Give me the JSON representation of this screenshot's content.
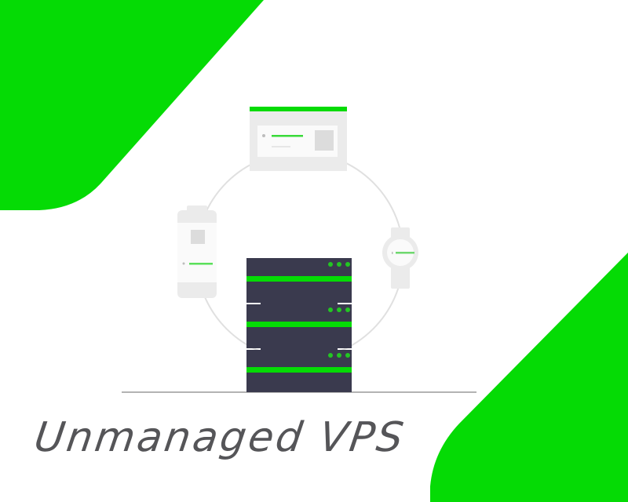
{
  "title": "Unmanaged VPS",
  "colors": {
    "accent_green": "#05DB05",
    "server_dark": "#3A3A4E",
    "device_gray": "#EBEBEB",
    "title_gray": "#555558",
    "line_gray": "#D9D9D9",
    "ground_line": "#999999"
  },
  "illustration": {
    "devices": [
      {
        "name": "browser-window",
        "accent": "green-top-bar"
      },
      {
        "name": "smartphone"
      },
      {
        "name": "smartwatch"
      }
    ],
    "server_rack": {
      "units": 3,
      "leds_per_unit": 3
    }
  },
  "decor": {
    "top_left_shape": "green-diagonal",
    "bottom_right_shape": "green-diagonal"
  }
}
